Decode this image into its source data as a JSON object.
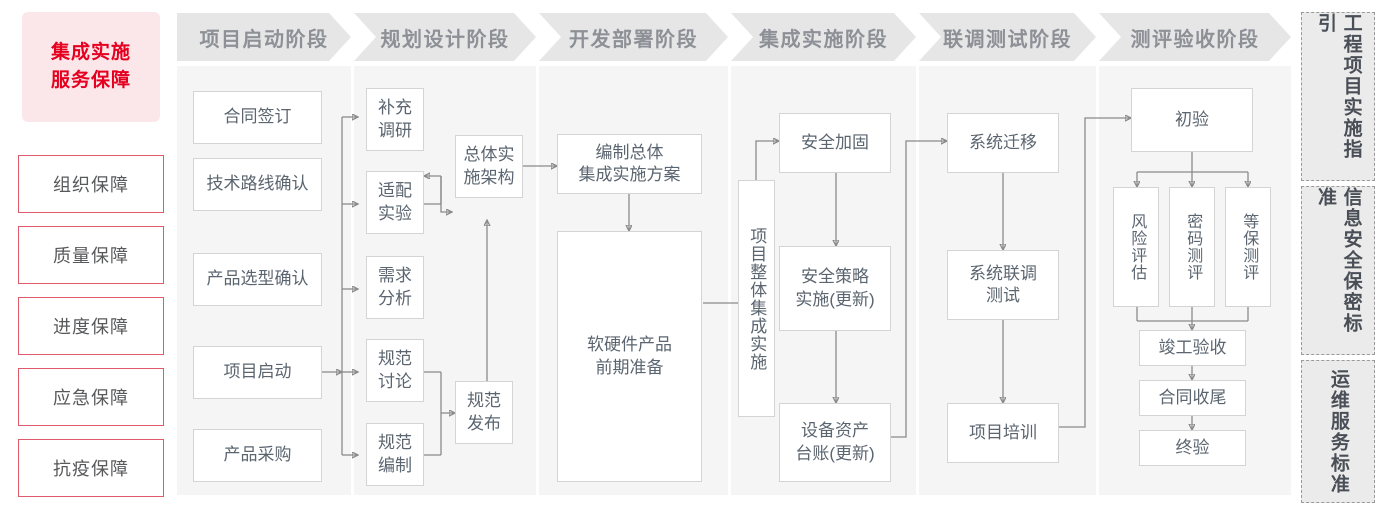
{
  "rail": {
    "title": "集成实施\n服务保障",
    "title_line1": "集成实施",
    "title_line2": "服务保障",
    "items": [
      {
        "label": "组织保障"
      },
      {
        "label": "质量保障"
      },
      {
        "label": "进度保障"
      },
      {
        "label": "应急保障"
      },
      {
        "label": "抗疫保障"
      }
    ]
  },
  "phases": [
    {
      "label": "项目启动阶段"
    },
    {
      "label": "规划设计阶段"
    },
    {
      "label": "开发部署阶段"
    },
    {
      "label": "集成实施阶段"
    },
    {
      "label": "联调测试阶段"
    },
    {
      "label": "测评验收阶段"
    }
  ],
  "nodes": {
    "p1": [
      {
        "label": "合同签订"
      },
      {
        "label": "技术路线确认"
      },
      {
        "label": "产品选型确认"
      },
      {
        "label": "项目启动"
      },
      {
        "label": "产品采购"
      }
    ],
    "p2": [
      {
        "label": "补充\n调研",
        "l1": "补充",
        "l2": "调研"
      },
      {
        "label": "适配\n实验",
        "l1": "适配",
        "l2": "实验"
      },
      {
        "label": "需求\n分析",
        "l1": "需求",
        "l2": "分析"
      },
      {
        "label": "规范\n讨论",
        "l1": "规范",
        "l2": "讨论"
      },
      {
        "label": "规范\n编制",
        "l1": "规范",
        "l2": "编制"
      },
      {
        "label": "总体实\n施架构",
        "l1": "总体实",
        "l2": "施架构"
      },
      {
        "label": "规范\n发布",
        "l1": "规范",
        "l2": "发布"
      }
    ],
    "p3": [
      {
        "label": "编制总体\n集成实施方案",
        "l1": "编制总体",
        "l2": "集成实施方案"
      },
      {
        "label": "软硬件产品\n前期准备",
        "l1": "软硬件产品",
        "l2": "前期准备"
      }
    ],
    "p4": [
      {
        "label": "项目整体集成实施"
      },
      {
        "label": "安全加固"
      },
      {
        "label": "安全策略\n实施(更新)",
        "l1": "安全策略",
        "l2": "实施(更新)"
      },
      {
        "label": "设备资产\n台账(更新)",
        "l1": "设备资产",
        "l2": "台账(更新)"
      }
    ],
    "p5": [
      {
        "label": "系统迁移"
      },
      {
        "label": "系统联调\n测试",
        "l1": "系统联调",
        "l2": "测试"
      },
      {
        "label": "项目培训"
      }
    ],
    "p6": [
      {
        "label": "初验"
      },
      {
        "label": "风险评估"
      },
      {
        "label": "密码测评"
      },
      {
        "label": "等保测评"
      },
      {
        "label": "竣工验收"
      },
      {
        "label": "合同收尾"
      },
      {
        "label": "终验"
      }
    ]
  },
  "standards": [
    {
      "label": "工程项目实施指引"
    },
    {
      "label": "信息安全保密标准"
    },
    {
      "label": "运维服务标准"
    }
  ],
  "colors": {
    "accent_red": "#e60020",
    "rail_title_bg": "#fbe7ea",
    "rail_border": "#e05a6b",
    "chevron_bg": "#e6e6e6",
    "chevron_text": "#8d9096",
    "panel_bg": "#f5f5f5",
    "node_border": "#d4d4d4",
    "node_text": "#5b6570",
    "wire": "#8a8a8a",
    "standards_bg": "#ebebeb",
    "standards_border": "#9a9a9a"
  }
}
